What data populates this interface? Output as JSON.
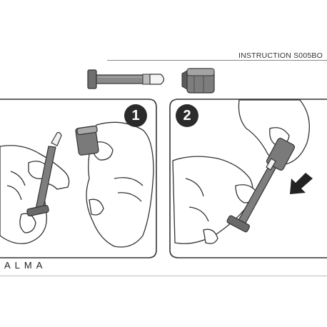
{
  "header": {
    "title": "INSTRUCTION S005BO"
  },
  "steps": [
    {
      "number": "1"
    },
    {
      "number": "2"
    }
  ],
  "brand": {
    "logo_text": "ALMA"
  },
  "icons": {
    "bolt": "bolt-pin-icon",
    "barrel": "barrel-nut-icon",
    "arrow": "arrow-down-left-icon"
  },
  "colors": {
    "ink": "#2b2b2b",
    "metal_grey": "#7a7a7a",
    "line": "#444444"
  }
}
